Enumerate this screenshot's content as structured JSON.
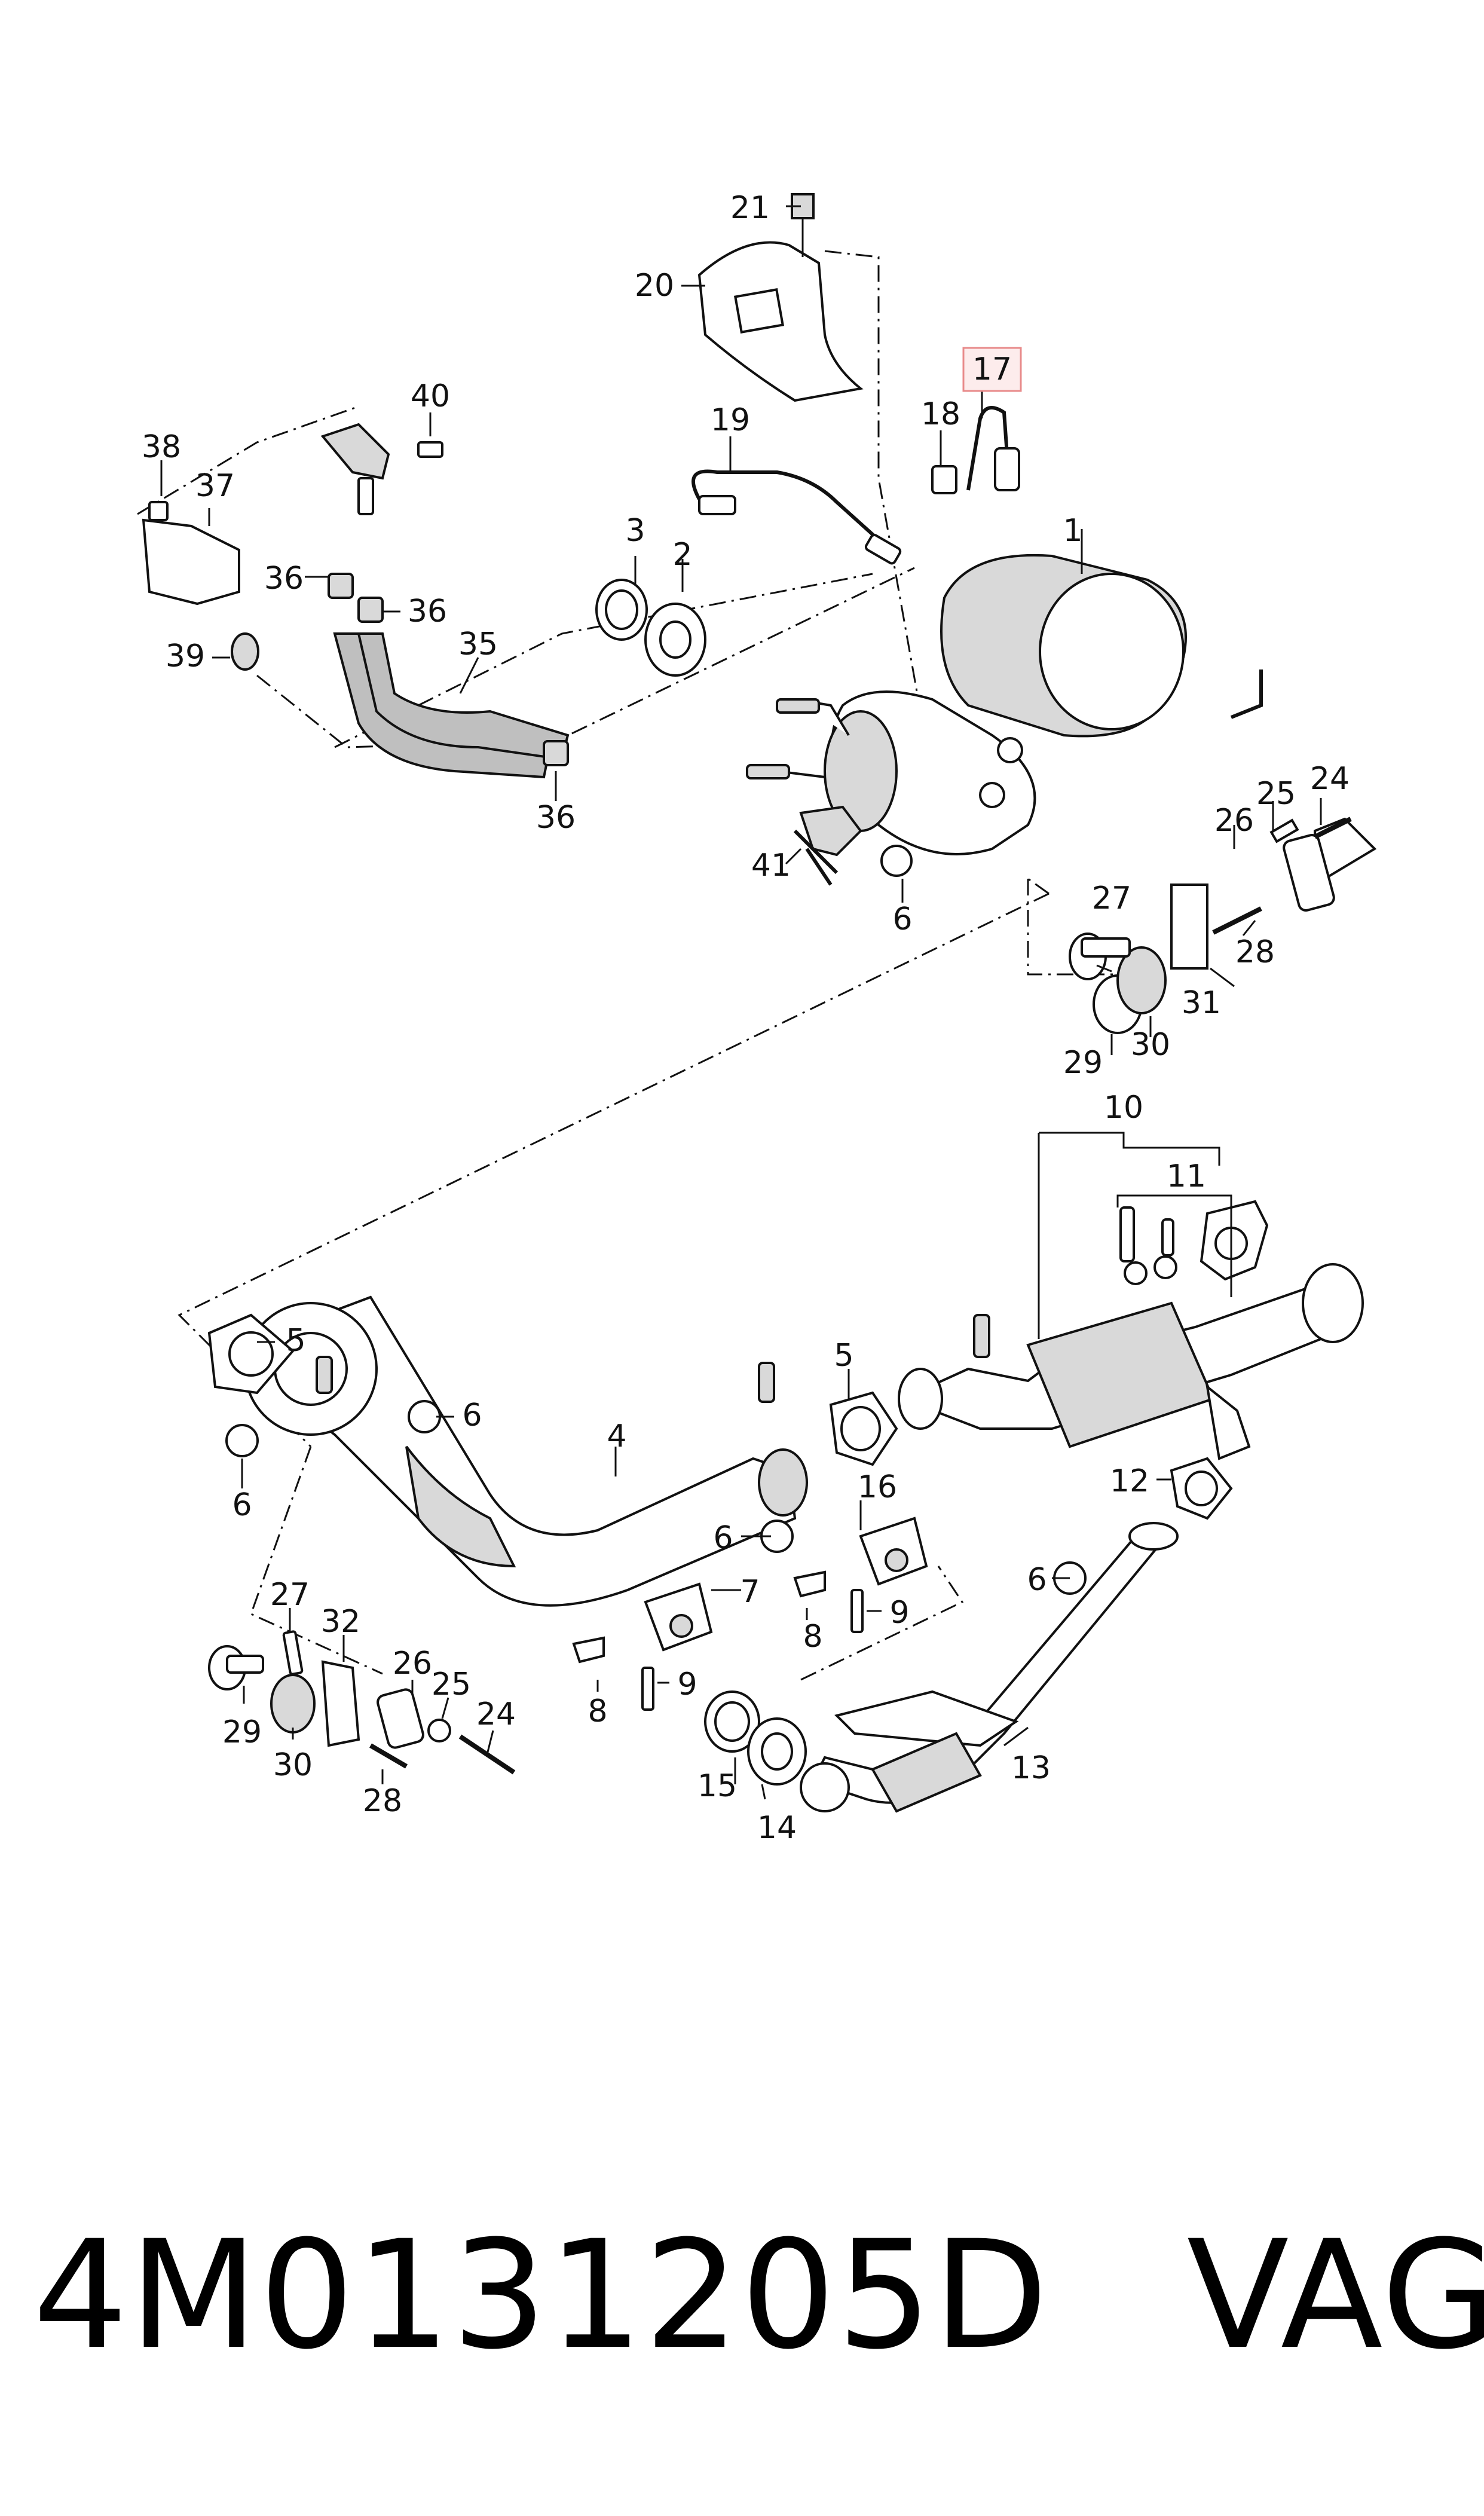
{
  "diagram": {
    "callouts": [
      "1",
      "2",
      "3",
      "4",
      "5",
      "5",
      "6",
      "6",
      "6",
      "6",
      "6",
      "6",
      "7",
      "8",
      "8",
      "9",
      "9",
      "10",
      "11",
      "12",
      "13",
      "14",
      "15",
      "16",
      "17",
      "18",
      "19",
      "20",
      "21",
      "24",
      "24",
      "25",
      "25",
      "26",
      "26",
      "27",
      "27",
      "28",
      "28",
      "29",
      "29",
      "30",
      "30",
      "31",
      "32",
      "35",
      "36",
      "36",
      "36",
      "37",
      "38",
      "39",
      "40",
      "41"
    ],
    "highlighted_callout": "17",
    "highlight_color": "#e88a8a"
  },
  "footer": {
    "part_number": "4M0131205D",
    "brand": "VAG"
  }
}
